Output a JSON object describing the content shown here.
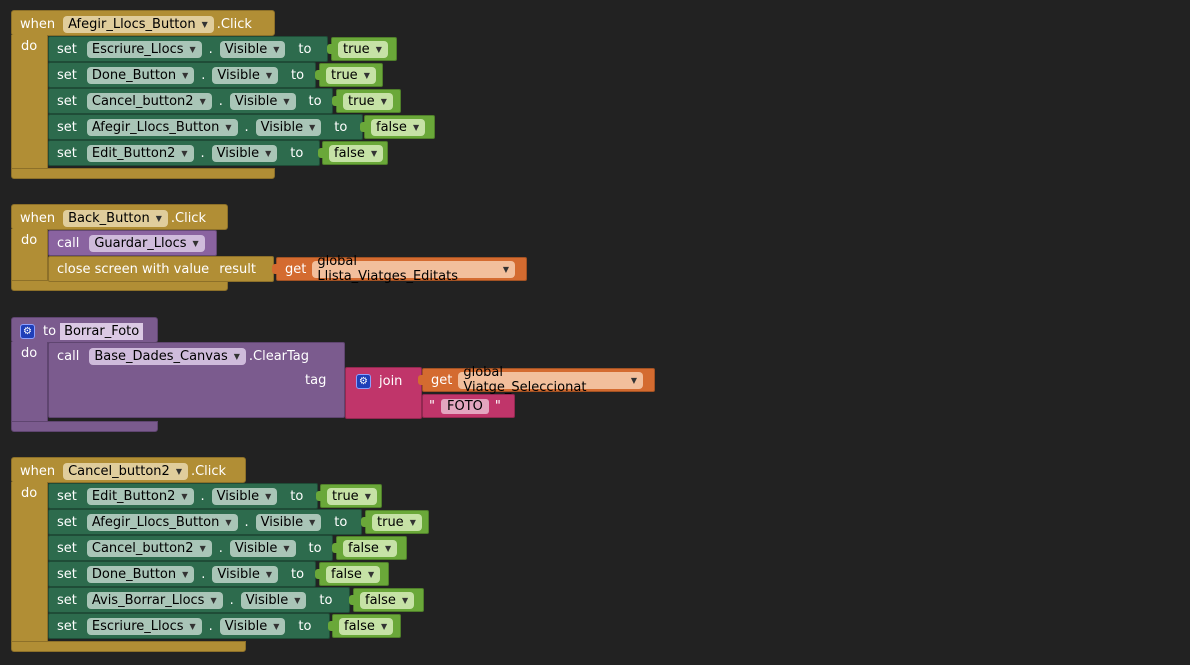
{
  "k": {
    "when": "when",
    "do": "do",
    "set": "set",
    "call": "call",
    "to": "to",
    "click": ".Click",
    "visible": "Visible",
    "dot": ".",
    "get": "get",
    "join": "join",
    "tag": "tag",
    "result": "result",
    "close_screen": "close screen with value",
    "clear_tag": ".ClearTag",
    "quote_open": "\"",
    "quote_close": "\""
  },
  "blocks": {
    "afegir": {
      "component": "Afegir_Llocs_Button",
      "rows": [
        {
          "component": "Escriure_Llocs",
          "value": "true"
        },
        {
          "component": "Done_Button",
          "value": "true"
        },
        {
          "component": "Cancel_button2",
          "value": "true"
        },
        {
          "component": "Afegir_Llocs_Button",
          "value": "false"
        },
        {
          "component": "Edit_Button2",
          "value": "false"
        }
      ]
    },
    "back": {
      "component": "Back_Button",
      "call_proc": "Guardar_Llocs",
      "get_var": "global Llista_Viatges_Editats"
    },
    "borrar": {
      "proc_name": "Borrar_Foto",
      "component": "Base_Dades_Canvas",
      "get_var": "global Viatge_Seleccionat",
      "text": "FOTO"
    },
    "cancel": {
      "component": "Cancel_button2",
      "rows": [
        {
          "component": "Edit_Button2",
          "value": "true"
        },
        {
          "component": "Afegir_Llocs_Button",
          "value": "true"
        },
        {
          "component": "Cancel_button2",
          "value": "false"
        },
        {
          "component": "Done_Button",
          "value": "false"
        },
        {
          "component": "Avis_Borrar_Llocs",
          "value": "false"
        },
        {
          "component": "Escriure_Llocs",
          "value": "false"
        }
      ]
    }
  },
  "colors": {
    "background": "#222222",
    "event": "#b18e35",
    "setter": "#2d6b4d",
    "logic": "#6aa839",
    "procedure": "#7b5b8e",
    "variable": "#d46b30",
    "text": "#c0356a"
  }
}
